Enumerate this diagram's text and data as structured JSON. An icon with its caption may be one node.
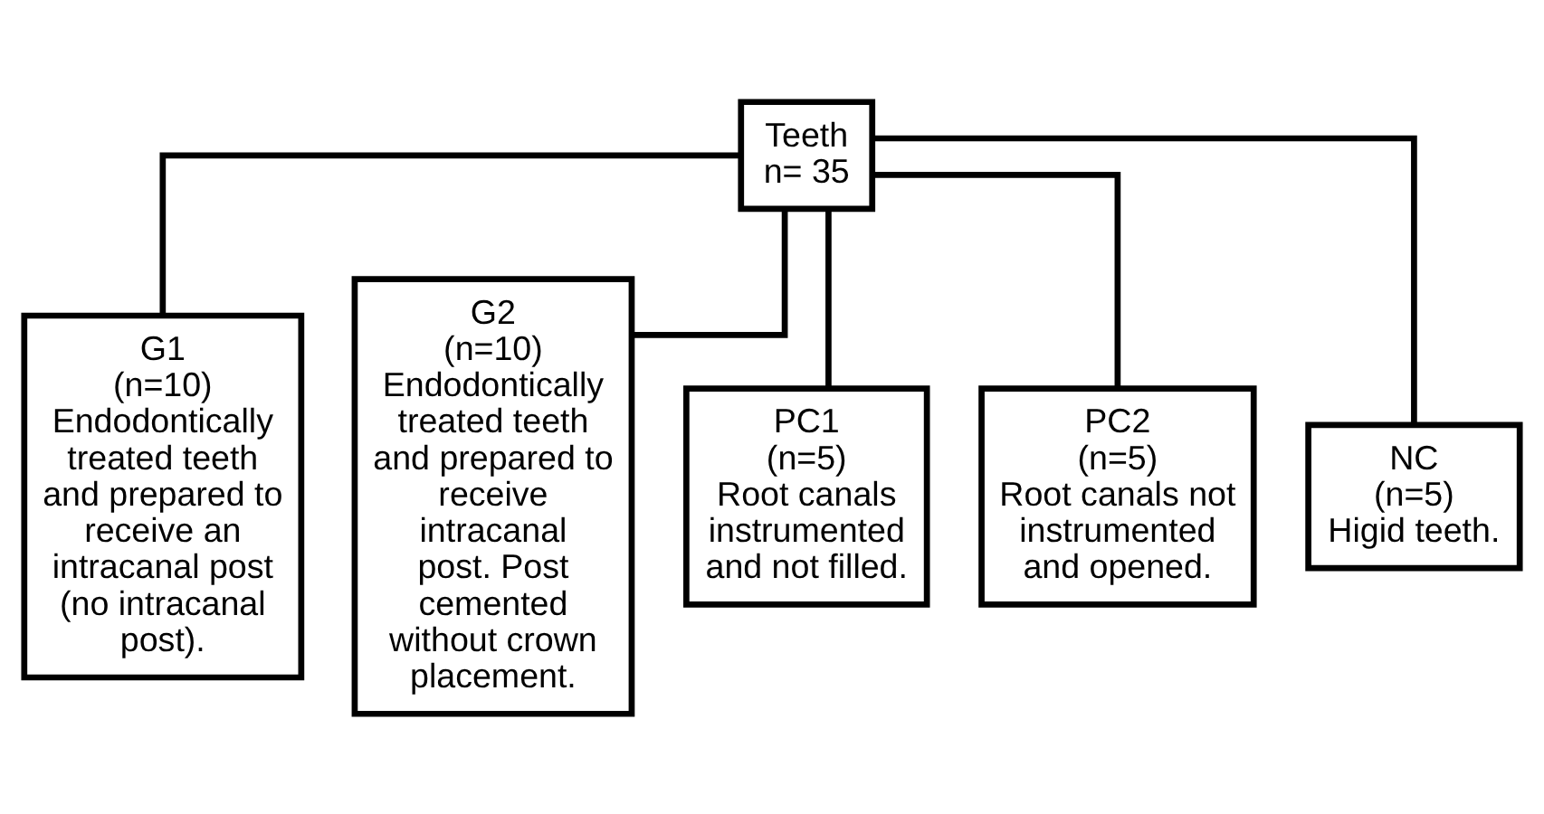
{
  "diagram": {
    "nodes": [
      {
        "text": [
          "Teeth",
          "n= 35"
        ]
      },
      {
        "text": [
          "G1",
          "(n=10)",
          "Endodontically treated teeth and prepared to receive an intracanal post (no intracanal post)."
        ]
      },
      {
        "text": [
          "G2",
          "(n=10)",
          "Endodontically treated teeth and prepared to receive intracanal post. Post cemented without crown placement."
        ]
      },
      {
        "text": [
          "PC1",
          "(n=5)",
          "Root canals instrumented and not filled."
        ]
      },
      {
        "text": [
          "PC2",
          "(n=5)",
          "Root canals not instrumented and opened."
        ]
      },
      {
        "text": [
          "NC",
          "(n=5)",
          "Higid teeth."
        ]
      }
    ],
    "edges": [
      {
        "from": 0,
        "to": 1,
        "arrow": "none"
      },
      {
        "from": 0,
        "to": 2,
        "arrow": "none"
      },
      {
        "from": 0,
        "to": 3,
        "arrow": "none"
      },
      {
        "from": 0,
        "to": 4,
        "arrow": "none"
      },
      {
        "from": 0,
        "to": 5,
        "arrow": "none"
      }
    ]
  }
}
